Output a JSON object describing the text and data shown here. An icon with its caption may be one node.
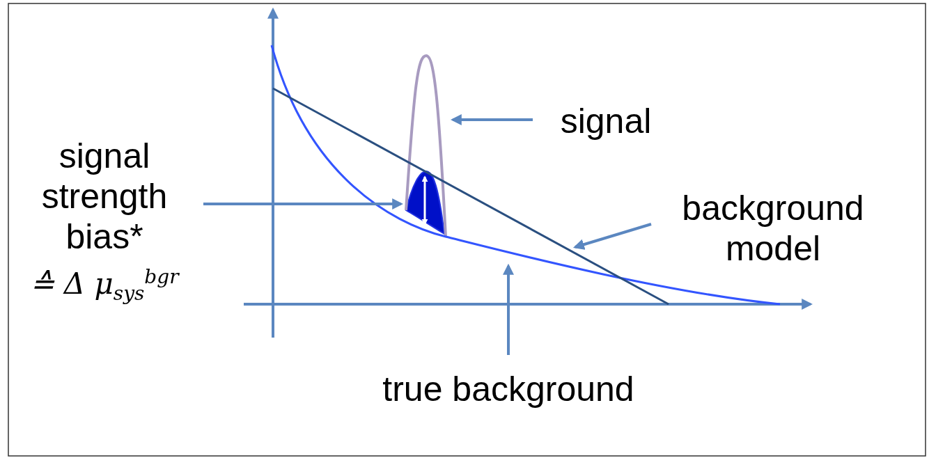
{
  "diagram": {
    "nodes": [
      {
        "text": [
          "signal"
        ]
      },
      {
        "text": [
          "signal strength bias*",
          "≙ Δ μ$_{sys}$$^{bgr}$"
        ]
      },
      {
        "text": [
          "background model"
        ]
      },
      {
        "text": [
          "true background"
        ]
      }
    ],
    "edges": [
      {
        "from": 0,
        "to": null,
        "arrow": "to"
      },
      {
        "from": 1,
        "to": null,
        "arrow": "to"
      },
      {
        "from": 2,
        "to": null,
        "arrow": "to"
      },
      {
        "from": 3,
        "to": null,
        "arrow": "to"
      }
    ]
  }
}
